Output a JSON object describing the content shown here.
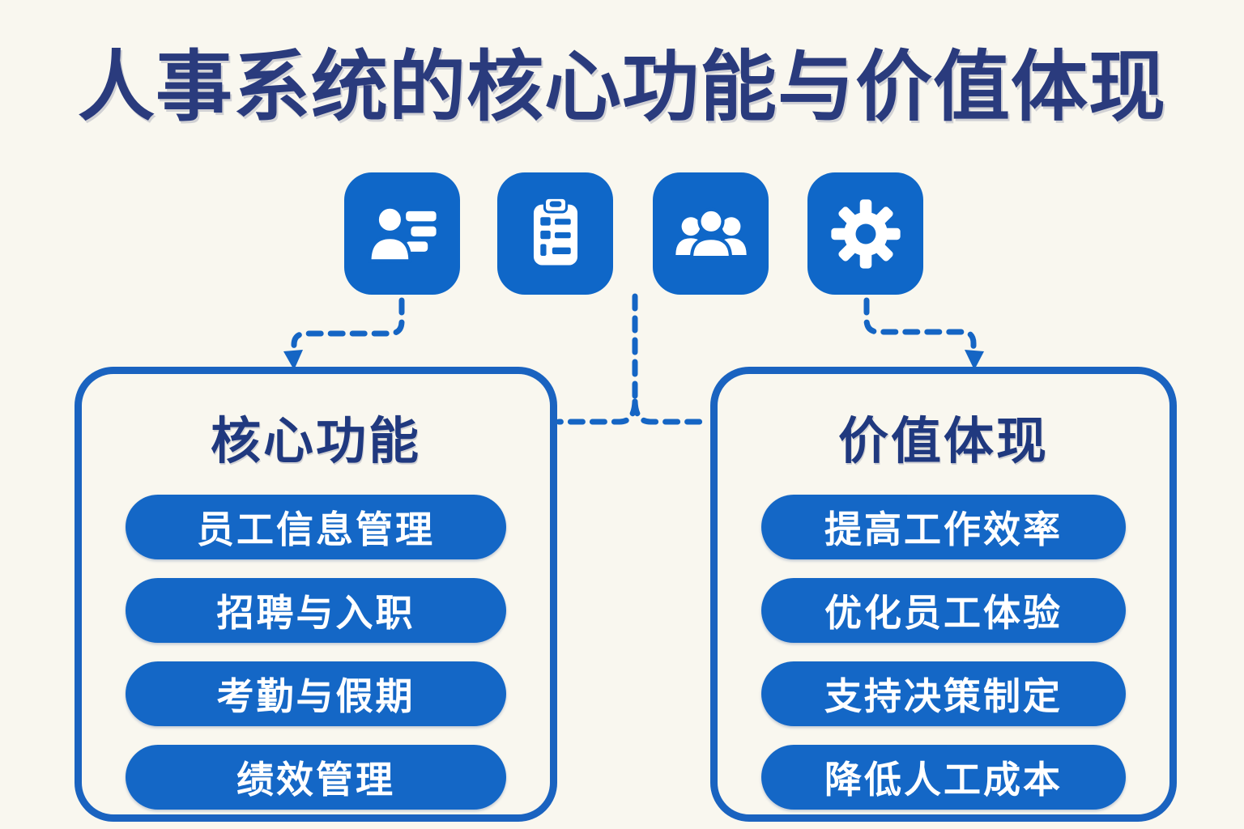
{
  "title": "人事系统的核心功能与价值体现",
  "colors": {
    "background": "#f9f7ef",
    "accent_blue": "#1467c6",
    "icon_blue": "#0f67c8",
    "panel_border_blue": "#1a63c0",
    "connector_blue": "#1565c4",
    "title_navy": "#2a3b7d",
    "pill_text": "#ffffff"
  },
  "icons": [
    {
      "name": "employee-card-icon",
      "meaning": "员工信息"
    },
    {
      "name": "clipboard-checklist-icon",
      "meaning": "招聘/考勤清单"
    },
    {
      "name": "team-icon",
      "meaning": "员工团队"
    },
    {
      "name": "gear-icon",
      "meaning": "系统设置"
    }
  ],
  "panels": {
    "left": {
      "title": "核心功能",
      "items": [
        "员工信息管理",
        "招聘与入职",
        "考勤与假期",
        "绩效管理"
      ]
    },
    "right": {
      "title": "价值体现",
      "items": [
        "提高工作效率",
        "优化员工体验",
        "支持决策制定",
        "降低人工成本"
      ]
    }
  }
}
